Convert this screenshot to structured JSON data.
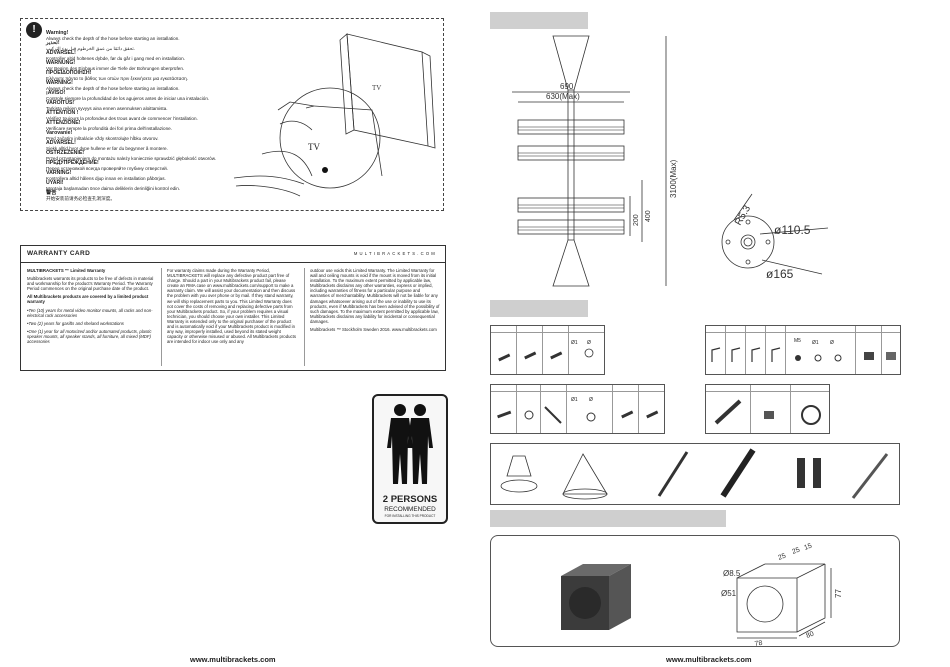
{
  "warning": {
    "icon": "exclamation-icon",
    "lines": [
      {
        "t": "Warning!",
        "h": true
      },
      {
        "t": "Always check the depth of the hose before starting an installation.",
        "h": false
      },
      {
        "t": "تحذير!",
        "h": true
      },
      {
        "t": "تحقق دائمًا من عمق الخرطوم قبل بدء التركيب.",
        "h": false
      },
      {
        "t": "ADVARSEL!",
        "h": true
      },
      {
        "t": "Kontroller altid holtenes dybde, før du går i gang med en installation.",
        "h": false
      },
      {
        "t": "WARNUNG!",
        "h": true
      },
      {
        "t": "Vor Beginn des Einbaus immer die Tiefe der Bohrungen überprüfen.",
        "h": false
      },
      {
        "t": "ΠΡΟΕΙΔΟΠΟΙΗΣΗ!",
        "h": true
      },
      {
        "t": "Ελέγχετε πάντα το βάθος των οπών πριν ξεκινήσετε μια εγκατάσταση.",
        "h": false
      },
      {
        "t": "WARNING!",
        "h": true
      },
      {
        "t": "Always check the depth of the hose before starting an installation.",
        "h": false
      },
      {
        "t": "¡AVISO!",
        "h": true
      },
      {
        "t": "Controle siempre la profundidad de los agujeros antes de iniciar una instalación.",
        "h": false
      },
      {
        "t": "VAROITUS!",
        "h": true
      },
      {
        "t": "Tarkista reikien syvyys aina ennen asennuksen aloittamista.",
        "h": false
      },
      {
        "t": "ATTENTION !",
        "h": true
      },
      {
        "t": "Vérifiez toujours la profondeur des trous avant de commencer l'installation.",
        "h": false
      },
      {
        "t": "ATTENZIONE!",
        "h": true
      },
      {
        "t": "Verificare sempre la profondità dei fori prima dell'installazione.",
        "h": false
      },
      {
        "t": "Varovanie!",
        "h": true
      },
      {
        "t": "Pred začatím inštalácie vždy skontrolujte hĺbku otvorov.",
        "h": false
      },
      {
        "t": "ADVARSEL!",
        "h": true
      },
      {
        "t": "Sjekk alltid hvor dype hullene er før du begynner å montere.",
        "h": false
      },
      {
        "t": "OSTRZEŻENIE!",
        "h": true
      },
      {
        "t": "Przed przystąpieniem do montażu należy koniecznie sprawdzić głębokość otworów.",
        "h": false
      },
      {
        "t": "ПРЕДУПРЕЖДЕНИЕ!",
        "h": true
      },
      {
        "t": "Перед установкой всегда проверяйте глубину отверстий.",
        "h": false
      },
      {
        "t": "VARNING!",
        "h": true
      },
      {
        "t": "Kontrollera alltid hålens djup innan en installation påbörjas.",
        "h": false
      },
      {
        "t": "UYARI!",
        "h": true
      },
      {
        "t": "Montaja başlamadan önce daima deliklerin derinliğini kontrol edin.",
        "h": false
      },
      {
        "t": "警告",
        "h": true
      },
      {
        "t": "开始安装前请务必检查孔洞深度。",
        "h": false
      }
    ],
    "tv1": "TV",
    "tv2": "TV"
  },
  "warranty": {
    "title": "WARRANTY CARD",
    "brand": "MULTIBRACKETS.COM",
    "col1": [
      "MULTIBRACKETS ™ Limited Warranty",
      "Multibrackets warrants its products to be free of defects in material and workmanship for the product's Warranty Period. The Warranty Period commences on the original purchase date of the product.",
      "All Multibrackets products are covered by a limited product warranty",
      "•Ten (10) years for metal video monitor mounts, all racks and non-electrical rack accessories",
      "•Two (2) years for gasifts and sheland workstations",
      "•One (1) year for all motorized and/or automated products, plastic speaker mounts, all speaker stands, all furniture, all mixed (MDF) accessories"
    ],
    "col2": "For warranty claims made during the Warranty Period, MULTIBRACKETS will replace any defective product part free of charge. Should a part in your Multibrackets product fail, please create an RMA case on www.multibrackets.com/support to make a warranty claim. We will assist your documentation and then discuss the problem with you over phone or by mail. If they stand warranty, we will ship replacement parts to you. This Limited Warranty does not cover the costs of removing and replacing defective parts from your Multibrackets product. So, if your problem requires a visual technician, you should choose your own installer. This Limited Warranty is extended only to the original purchaser of the product and is automatically void if your Multibrackets product is modified in any way, improperly installed, used beyond its stated weight capacity or otherwise misused or abused. All Multibrackets products are intended for indoor use only and any",
    "col3a": "outdoor use voids this Limited Warranty. The Limited Warranty for wall and ceiling mounts is void if the mount is moved from its initial installation. To the maximum extent permitted by applicable law, Multibrackets disclaims any other warranties, express or implied, including warranties of fitness for a particular purpose and warranties of merchantability. Multibrackets will not be liable for any damages whatsoever arising out of the use or inability to use its products, even if Multibrackets has been advised of the possibility of such damages. To the maximum extent permitted by applicable law, Multibrackets disclaims any liability for incidental or consequential damages.",
    "col3b": "Multibrackets ™ Stockholm Sweden 2016. www.multibrackets.com"
  },
  "persons": {
    "big": "2 PERSONS",
    "mid": "RECOMMENDED",
    "small": "FOR INSTALLING THIS PRODUCT"
  },
  "footer": {
    "left": "www.multibrackets.com",
    "right": "www.multibrackets.com"
  },
  "drawing": {
    "w_outer": "690",
    "w_inner": "630(Max)",
    "h_total": "3100(Max)",
    "v200": "200",
    "v400": "400",
    "r": "R5.3",
    "d110": "ø110.5",
    "d165": "ø165"
  },
  "parts": {
    "t1_c4a": "Ø1",
    "t1_c4b": "Ø",
    "t2_c5a": "M5",
    "t2_c5b": "Ø1",
    "t2_c5c": "Ø",
    "t3_c4a": "Ø1",
    "t3_c4b": "Ø"
  },
  "clamp": {
    "d85": "Ø8.5",
    "d51": "Ø51",
    "w25a": "25",
    "w25b": "25",
    "w15": "15",
    "h77": "77",
    "w78": "78",
    "w80": "80"
  }
}
